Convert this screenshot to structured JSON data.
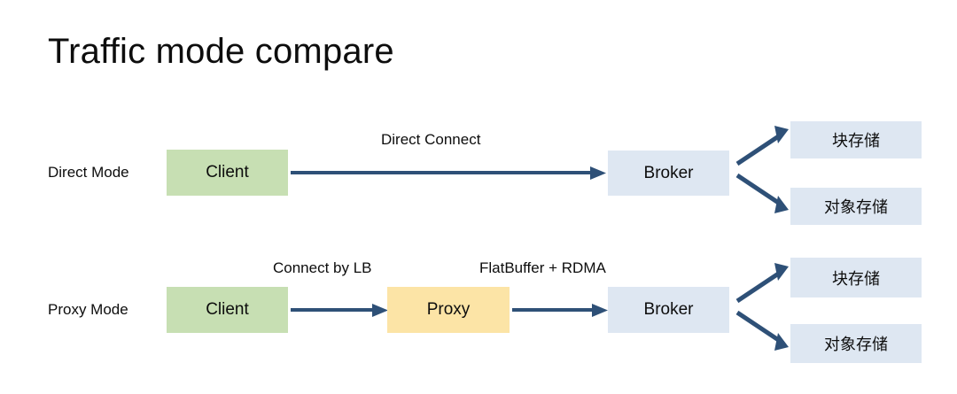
{
  "slide": {
    "title": "Traffic mode compare",
    "background_color": "#FFFFFF"
  },
  "colors": {
    "client_fill": "#C7DFB3",
    "broker_fill": "#DEE7F2",
    "storage_fill": "#DEE7F2",
    "proxy_fill": "#FCE4A6",
    "arrow": "#2E5077",
    "text": "#0D0D0D"
  },
  "rows": [
    {
      "id": "direct-mode",
      "label": "Direct Mode",
      "nodes": [
        {
          "id": "client",
          "label": "Client",
          "fill": "green"
        },
        {
          "id": "broker",
          "label": "Broker",
          "fill": "blue"
        },
        {
          "id": "block-storage",
          "label": "块存储",
          "fill": "blue"
        },
        {
          "id": "object-storage",
          "label": "对象存储",
          "fill": "blue"
        }
      ],
      "edges": [
        {
          "id": "client-to-broker",
          "label": "Direct Connect"
        },
        {
          "id": "broker-to-block",
          "label": ""
        },
        {
          "id": "broker-to-object",
          "label": ""
        }
      ]
    },
    {
      "id": "proxy-mode",
      "label": "Proxy Mode",
      "nodes": [
        {
          "id": "client",
          "label": "Client",
          "fill": "green"
        },
        {
          "id": "proxy",
          "label": "Proxy",
          "fill": "yellow"
        },
        {
          "id": "broker",
          "label": "Broker",
          "fill": "blue"
        },
        {
          "id": "block-storage",
          "label": "块存储",
          "fill": "blue"
        },
        {
          "id": "object-storage",
          "label": "对象存储",
          "fill": "blue"
        }
      ],
      "edges": [
        {
          "id": "client-to-proxy",
          "label": "Connect by LB"
        },
        {
          "id": "proxy-to-broker",
          "label": "FlatBuffer + RDMA"
        },
        {
          "id": "broker-to-block",
          "label": ""
        },
        {
          "id": "broker-to-object",
          "label": ""
        }
      ]
    }
  ]
}
